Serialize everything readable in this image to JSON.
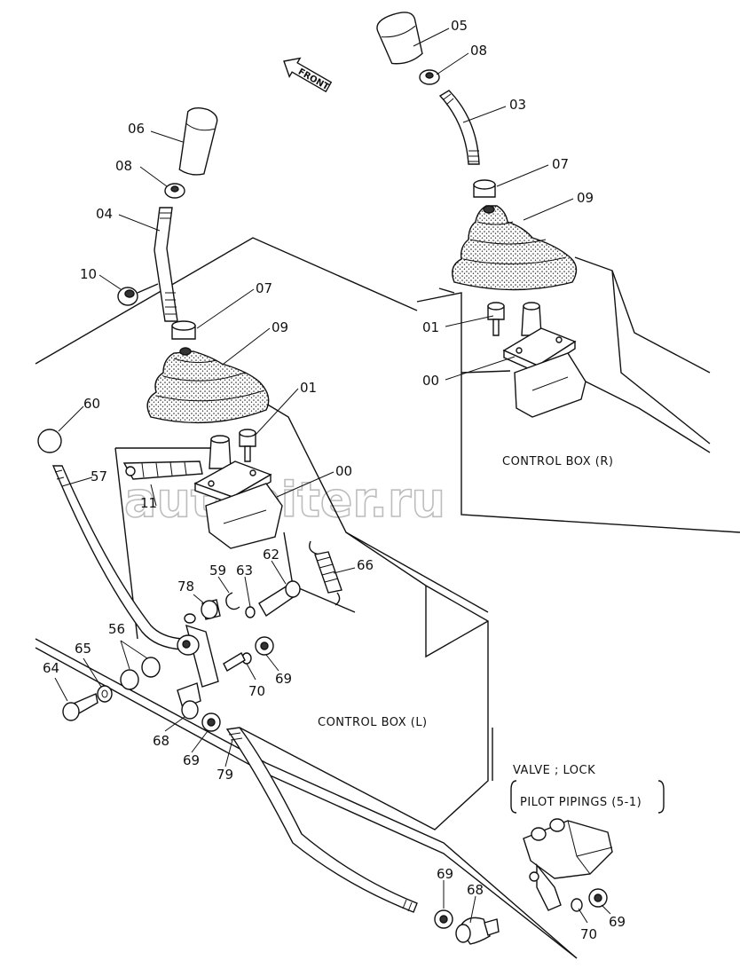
{
  "front_label": "FRONT",
  "watermark": "autopiter.ru",
  "boxes": {
    "right": "CONTROL BOX (R)",
    "left": "CONTROL BOX (L)"
  },
  "notes": {
    "valve_lock": "VALVE ; LOCK",
    "pilot_pipings": "PILOT PIPINGS (5-1)"
  },
  "parts": {
    "p05": "05",
    "p08a": "08",
    "p03": "03",
    "p07a": "07",
    "p09a": "09",
    "p01a": "01",
    "p00a": "00",
    "p06": "06",
    "p08b": "08",
    "p04": "04",
    "p10": "10",
    "p07b": "07",
    "p09b": "09",
    "p01b": "01",
    "p00b": "00",
    "p11": "11",
    "p60": "60",
    "p57": "57",
    "p78": "78",
    "p59": "59",
    "p63": "63",
    "p62": "62",
    "p66": "66",
    "p56": "56",
    "p65": "65",
    "p64": "64",
    "p70a": "70",
    "p69a": "69",
    "p68a": "68",
    "p69b": "69",
    "p79": "79",
    "p69c": "69",
    "p68b": "68",
    "p70b": "70",
    "p69d": "69"
  }
}
